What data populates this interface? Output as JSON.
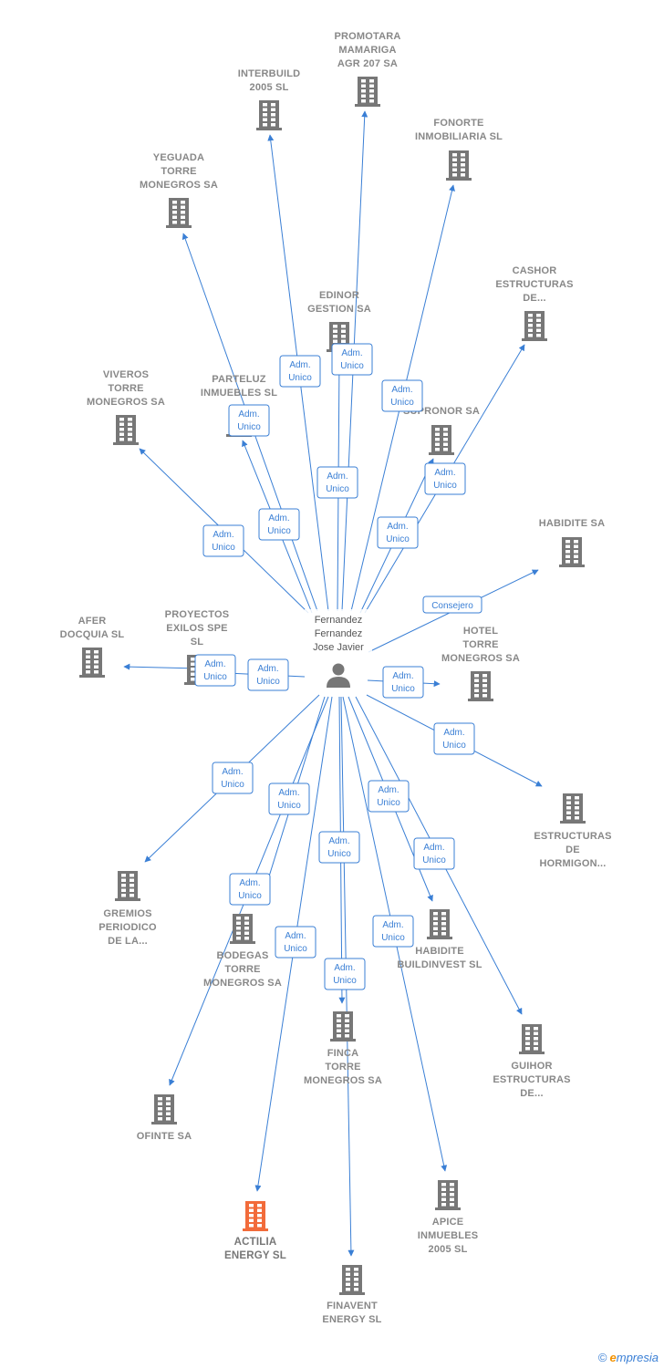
{
  "center": {
    "name_lines": [
      "Fernandez",
      "Fernandez",
      "Jose Javier"
    ]
  },
  "colors": {
    "edge": "#3a7fd5",
    "company": "#777777",
    "highlight": "#f26b3a"
  },
  "icons": {
    "company": "building-icon",
    "person": "person-icon"
  },
  "companies": [
    {
      "id": "promotara",
      "lines": [
        "PROMOTARA",
        "MAMARIGA",
        "AGR 207 SA"
      ],
      "highlight": false
    },
    {
      "id": "interbuild",
      "lines": [
        "INTERBUILD",
        "2005 SL"
      ],
      "highlight": false
    },
    {
      "id": "fonorte",
      "lines": [
        "FONORTE",
        "INMOBILIARIA SL"
      ],
      "highlight": false
    },
    {
      "id": "yeguada",
      "lines": [
        "YEGUADA",
        "TORRE",
        "MONEGROS SA"
      ],
      "highlight": false
    },
    {
      "id": "cashor",
      "lines": [
        "CASHOR",
        "ESTRUCTURAS",
        "DE..."
      ],
      "highlight": false
    },
    {
      "id": "edinor",
      "lines": [
        "EDINOR",
        "GESTION SA"
      ],
      "highlight": false
    },
    {
      "id": "viveros",
      "lines": [
        "VIVEROS",
        "TORRE",
        "MONEGROS SA"
      ],
      "highlight": false
    },
    {
      "id": "parteluz",
      "lines": [
        "PARTELUZ",
        "INMUEBLES SL"
      ],
      "highlight": false
    },
    {
      "id": "supronor",
      "lines": [
        "SUPRONOR SA"
      ],
      "highlight": false
    },
    {
      "id": "habidite",
      "lines": [
        "HABIDITE SA"
      ],
      "highlight": false
    },
    {
      "id": "afer",
      "lines": [
        "AFER",
        "DOCQUIA SL"
      ],
      "highlight": false
    },
    {
      "id": "proyectos",
      "lines": [
        "PROYECTOS",
        "EXILOS SPE",
        "SL"
      ],
      "highlight": false
    },
    {
      "id": "hotel",
      "lines": [
        "HOTEL",
        "TORRE",
        "MONEGROS SA"
      ],
      "highlight": false
    },
    {
      "id": "estructuras",
      "lines": [
        "ESTRUCTURAS",
        "DE",
        "HORMIGON..."
      ],
      "highlight": false
    },
    {
      "id": "gremios",
      "lines": [
        "GREMIOS",
        "PERIODICO",
        "DE LA..."
      ],
      "highlight": false
    },
    {
      "id": "bodegas",
      "lines": [
        "BODEGAS",
        "TORRE",
        "MONEGROS SA"
      ],
      "highlight": false
    },
    {
      "id": "habidite_bi",
      "lines": [
        "HABIDITE",
        "BUILDINVEST SL"
      ],
      "highlight": false
    },
    {
      "id": "finca",
      "lines": [
        "FINCA",
        "TORRE",
        "MONEGROS SA"
      ],
      "highlight": false
    },
    {
      "id": "guihor",
      "lines": [
        "GUIHOR",
        "ESTRUCTURAS",
        "DE..."
      ],
      "highlight": false
    },
    {
      "id": "ofinte",
      "lines": [
        "OFINTE SA"
      ],
      "highlight": false
    },
    {
      "id": "apice",
      "lines": [
        "APICE",
        "INMUEBLES",
        "2005 SL"
      ],
      "highlight": false
    },
    {
      "id": "actilia",
      "lines": [
        "ACTILIA",
        "ENERGY SL"
      ],
      "highlight": true
    },
    {
      "id": "finavent",
      "lines": [
        "FINAVENT",
        "ENERGY SL"
      ],
      "highlight": false
    }
  ],
  "edges": [
    {
      "to": "promotara",
      "label": [
        "Adm.",
        "Unico"
      ]
    },
    {
      "to": "interbuild",
      "label": [
        "Adm.",
        "Unico"
      ]
    },
    {
      "to": "fonorte",
      "label": [
        "Adm.",
        "Unico"
      ]
    },
    {
      "to": "yeguada",
      "label": [
        "Adm.",
        "Unico"
      ]
    },
    {
      "to": "cashor",
      "label": [
        "Adm.",
        "Unico"
      ]
    },
    {
      "to": "edinor",
      "label": [
        "Adm.",
        "Unico"
      ]
    },
    {
      "to": "viveros",
      "label": [
        "Adm.",
        "Unico"
      ]
    },
    {
      "to": "parteluz",
      "label": [
        "Adm.",
        "Unico"
      ]
    },
    {
      "to": "supronor",
      "label": [
        "Adm.",
        "Unico"
      ]
    },
    {
      "to": "habidite",
      "label": [
        "Consejero"
      ]
    },
    {
      "to": "afer",
      "label": [
        "Adm.",
        "Unico"
      ]
    },
    {
      "to": "proyectos",
      "label": [
        "Adm.",
        "Unico"
      ]
    },
    {
      "to": "hotel",
      "label": [
        "Adm.",
        "Unico"
      ]
    },
    {
      "to": "estructuras",
      "label": [
        "Adm.",
        "Unico"
      ]
    },
    {
      "to": "gremios",
      "label": [
        "Adm.",
        "Unico"
      ]
    },
    {
      "to": "bodegas",
      "label": [
        "Adm.",
        "Unico"
      ]
    },
    {
      "to": "habidite_bi",
      "label": [
        "Adm.",
        "Unico"
      ]
    },
    {
      "to": "finca",
      "label": [
        "Adm.",
        "Unico"
      ]
    },
    {
      "to": "guihor",
      "label": [
        "Adm.",
        "Unico"
      ]
    },
    {
      "to": "ofinte",
      "label": [
        "Adm.",
        "Unico"
      ]
    },
    {
      "to": "apice",
      "label": [
        "Adm.",
        "Unico"
      ]
    },
    {
      "to": "actilia",
      "label": [
        "Adm.",
        "Unico"
      ]
    },
    {
      "to": "finavent",
      "label": [
        "Adm.",
        "Unico"
      ]
    }
  ],
  "watermark": {
    "copyright": "©",
    "brand_initial": "e",
    "brand_rest": "mpresia"
  }
}
